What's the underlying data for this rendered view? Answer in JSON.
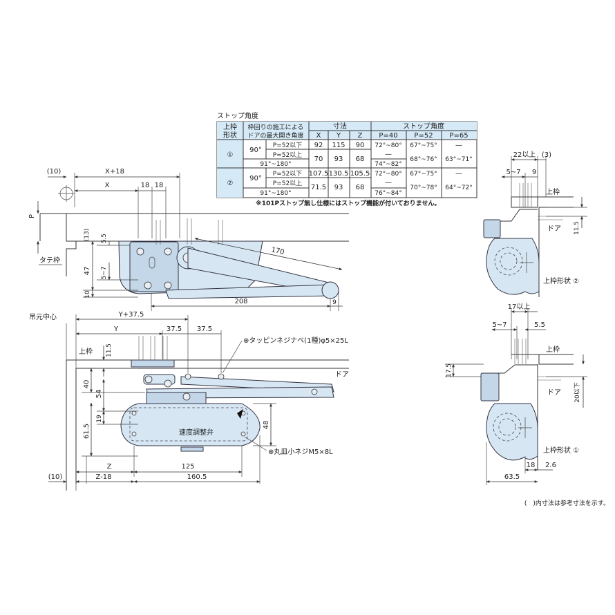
{
  "table": {
    "title": "ストップ角度",
    "head": {
      "shape": "上枠\n形状",
      "max_angle": "枠回りの施工による\nドアの最大開き角度",
      "dims": "寸法",
      "x": "X",
      "y": "Y",
      "z": "Z",
      "stop": "ストップ角度",
      "p40": "P=40",
      "p52": "P=52",
      "p65": "P=65"
    },
    "rows": [
      {
        "shape": "①",
        "angle": "90°",
        "cond": "P=52以下",
        "x": "92",
        "y": "115",
        "z": "90",
        "p40": "72°~80°",
        "p52": "67°~75°",
        "p65": "—"
      },
      {
        "cond": "P=52以上",
        "x": "70",
        "y": "93",
        "z": "68",
        "p40": "—",
        "p52": "68°~76°",
        "p65": "63°~71°"
      },
      {
        "angle": "91°~180°",
        "p40": "74°~82°"
      },
      {
        "shape": "②",
        "angle": "90°",
        "cond": "P=52以下",
        "x": "107.5",
        "y": "130.5",
        "z": "105.5",
        "p40": "72°~80°",
        "p52": "67°~75°",
        "p65": "—"
      },
      {
        "cond": "P=52以上",
        "x": "71.5",
        "y": "93",
        "z": "68",
        "p40": "—",
        "p52": "70°~78°",
        "p65": "64°~72°"
      },
      {
        "angle": "91°~180°",
        "p40": "76°~84°"
      }
    ],
    "note": "※101Pストップ無し仕様にはストップ機能が付いておりません。"
  },
  "top_view": {
    "d10": "(10)",
    "xp18": "X+18",
    "x": "X",
    "d18a": "18",
    "d18b": "18",
    "p": "P",
    "d13": "(13)",
    "d55": "5.5",
    "d47": "47",
    "d57": "5~7",
    "d10b": "10",
    "d170": "170",
    "d208": "208",
    "d9": "9",
    "tatewaku": "タテ枠"
  },
  "front_view": {
    "pivot": "吊元中心",
    "yp375": "Y+37.5",
    "y": "Y",
    "d375a": "37.5",
    "d375b": "37.5",
    "screw": "⊕タッピンネジナベ(1種)φ5×25L",
    "uwaku": "上枠",
    "d115": "11.5",
    "door": "ドア",
    "d40": "40",
    "d54": "54",
    "d19": "19",
    "d615": "61.5",
    "d48": "48",
    "valve": "速度調整弁",
    "screw2": "⊕丸皿小ネジM5×8L",
    "z": "Z",
    "d125": "125",
    "d10": "(10)",
    "zm18": "Z-18",
    "d1605": "160.5"
  },
  "side2": {
    "d22": "22以上",
    "d3": "(3)",
    "d57": "5~7",
    "d9": "9",
    "uwaku": "上枠",
    "d115": "11.5",
    "door": "ドア",
    "shape": "上枠形状 ②"
  },
  "side1": {
    "d17": "17以上",
    "d57": "5~7",
    "d55": "5.5",
    "uwaku": "上枠",
    "d175": "17.5",
    "d20": "20以下",
    "door": "ドア",
    "shape": "上枠形状 ①",
    "d18": "18",
    "d26": "2.6",
    "d635": "63.5"
  },
  "footnote": "(　)内寸法は参考寸法を示す。"
}
